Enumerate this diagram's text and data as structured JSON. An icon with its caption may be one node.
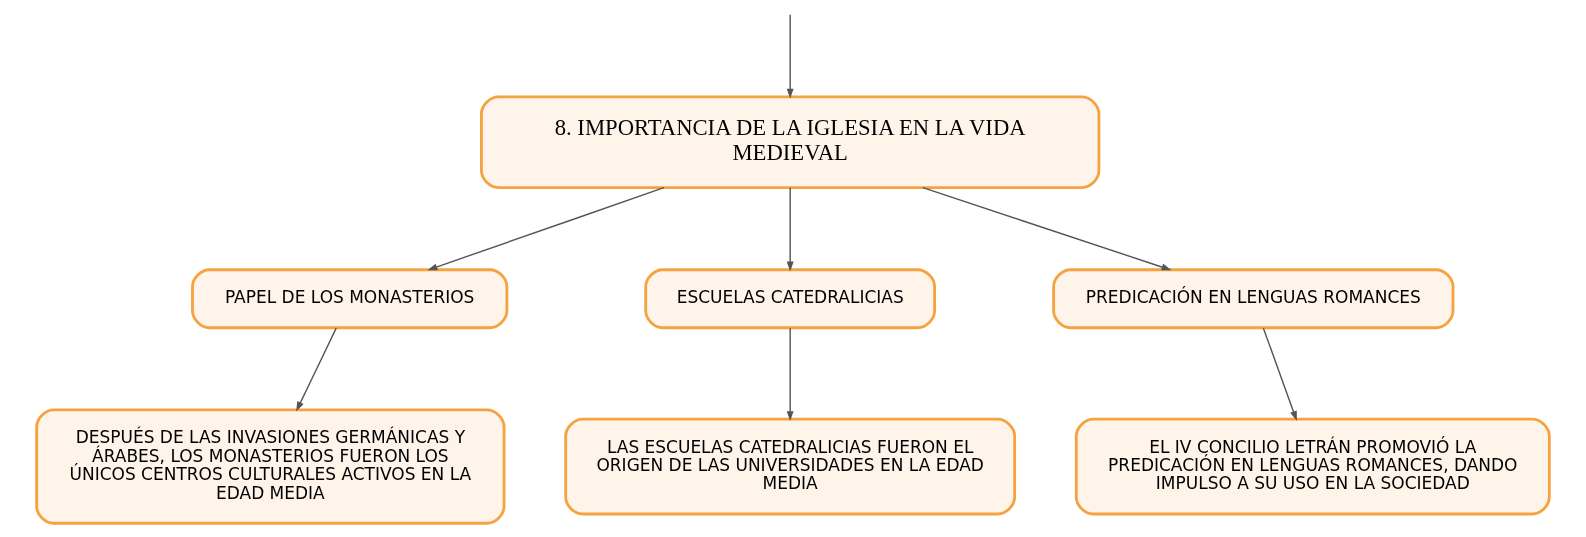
{
  "diagram": {
    "nodes": [
      {
        "text": [
          "8. IMPORTANCIA DE LA IGLESIA EN LA VIDA MEDIEVAL"
        ]
      },
      {
        "text": [
          "PAPEL DE LOS MONASTERIOS"
        ]
      },
      {
        "text": [
          "ESCUELAS CATEDRALICIAS"
        ]
      },
      {
        "text": [
          "PREDICACIÓN EN LENGUAS ROMANCES"
        ]
      },
      {
        "text": [
          "DESPUÉS DE LAS INVASIONES GERMÁNICAS Y ÁRABES, LOS MONASTERIOS FUERON LOS ÚNICOS CENTROS CULTURALES ACTIVOS EN LA EDAD MEDIA"
        ]
      },
      {
        "text": [
          "LAS ESCUELAS CATEDRALICIAS FUERON EL ORIGEN DE LAS UNIVERSIDADES EN LA EDAD MEDIA"
        ]
      },
      {
        "text": [
          "EL IV CONCILIO LETRÁN PROMOVIÓ LA PREDICACIÓN EN LENGUAS ROMANCES, DANDO IMPULSO A SU USO EN LA SOCIEDAD"
        ]
      }
    ],
    "edges": [
      {
        "from": null,
        "to": 0,
        "arrow": "to"
      },
      {
        "from": 0,
        "to": 1,
        "arrow": "to"
      },
      {
        "from": 0,
        "to": 2,
        "arrow": "to"
      },
      {
        "from": 0,
        "to": 3,
        "arrow": "to"
      },
      {
        "from": 1,
        "to": 4,
        "arrow": "to"
      },
      {
        "from": 2,
        "to": 5,
        "arrow": "to"
      },
      {
        "from": 3,
        "to": 6,
        "arrow": "to"
      }
    ]
  }
}
